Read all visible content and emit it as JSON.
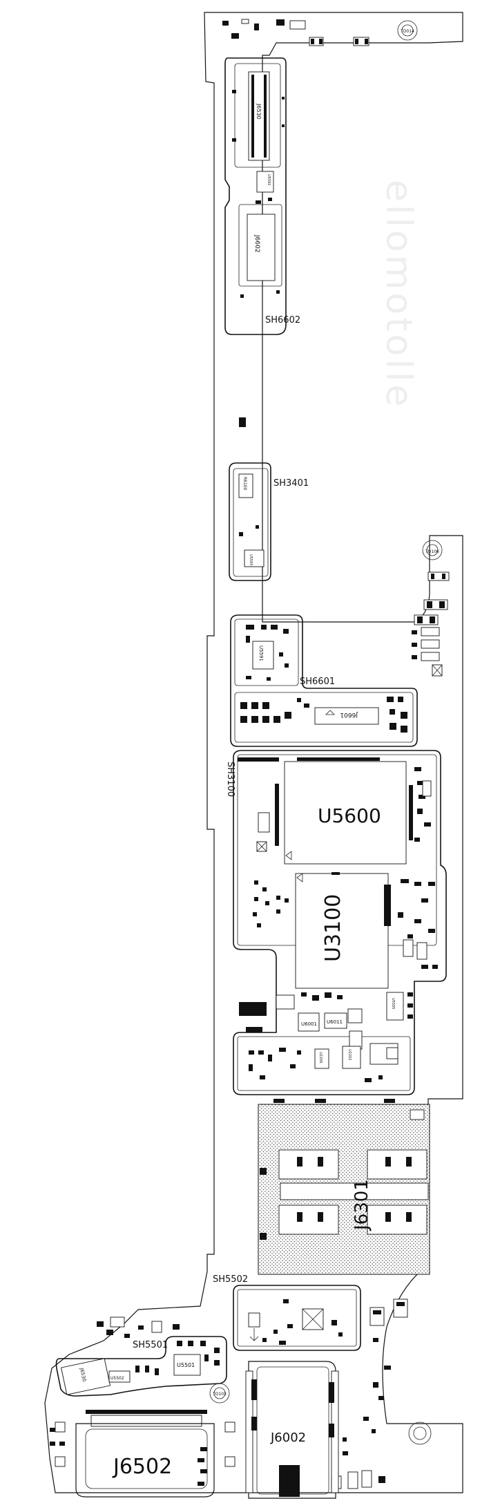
{
  "shields": {
    "sh6602": "SH6602",
    "sh3401": "SH3401",
    "sh6601": "SH6601",
    "sh3100": "SH3100",
    "sh5502": "SH5502",
    "sh5501": "SH5501"
  },
  "components": {
    "u5600": "U5600",
    "u3100": "U3100",
    "u5501": "U5501",
    "u6001": "U6001",
    "j6301": "J6301",
    "j6502": "J6502",
    "j6002": "J6002",
    "j6601": "J6601",
    "j6602": "J6602",
    "j6530": "J6530",
    "u6011": "U6011",
    "u5591": "U5591",
    "u5593": "U5593",
    "r6100": "R6100",
    "u2200": "U2200",
    "u2202": "U2202",
    "u5592": "U5592",
    "u5502": "U5502",
    "u5505": "U5505"
  },
  "testpoints": {
    "tp_top": "TO014",
    "tp_mid": "TO106",
    "tp_bottom": "TO103"
  },
  "watermark": "ellomotolle"
}
